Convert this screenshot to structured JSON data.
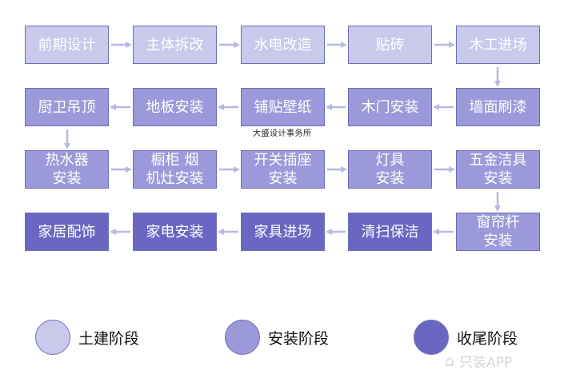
{
  "steps": [
    {
      "label": "前期设计",
      "stage": 1
    },
    {
      "label": "主体拆改",
      "stage": 1
    },
    {
      "label": "水电改造",
      "stage": 1
    },
    {
      "label": "贴砖",
      "stage": 1
    },
    {
      "label": "木工进场",
      "stage": 1
    },
    {
      "label": "墙面刷漆",
      "stage": 2
    },
    {
      "label": "木门安装",
      "stage": 2
    },
    {
      "label": "铺贴壁纸",
      "stage": 2
    },
    {
      "label": "地板安装",
      "stage": 2
    },
    {
      "label": "厨卫吊顶",
      "stage": 2
    },
    {
      "label": "热水器\n安装",
      "stage": 2
    },
    {
      "label": "橱柜 烟\n机灶安装",
      "stage": 2
    },
    {
      "label": "开关插座\n安装",
      "stage": 2
    },
    {
      "label": "灯具\n安装",
      "stage": 2
    },
    {
      "label": "五金洁具\n安装",
      "stage": 2
    },
    {
      "label": "窗帘杆\n安装",
      "stage": 2
    },
    {
      "label": "清扫保洁",
      "stage": 3
    },
    {
      "label": "家具进场",
      "stage": 3
    },
    {
      "label": "家电安装",
      "stage": 3
    },
    {
      "label": "家居配饰",
      "stage": 3
    }
  ],
  "company_label": "大盛设计事务所",
  "legend": [
    {
      "label": "土建阶段",
      "stage": 1
    },
    {
      "label": "安装阶段",
      "stage": 2
    },
    {
      "label": "收尾阶段",
      "stage": 3
    }
  ],
  "colors": {
    "stage1": "#c9c9ec",
    "stage2": "#9b99d9",
    "stage3": "#6967c1",
    "border": "#6f6db6",
    "arrow": "#b9b8e4"
  },
  "watermark": {
    "icon": "home-icon",
    "text": "只装APP"
  }
}
